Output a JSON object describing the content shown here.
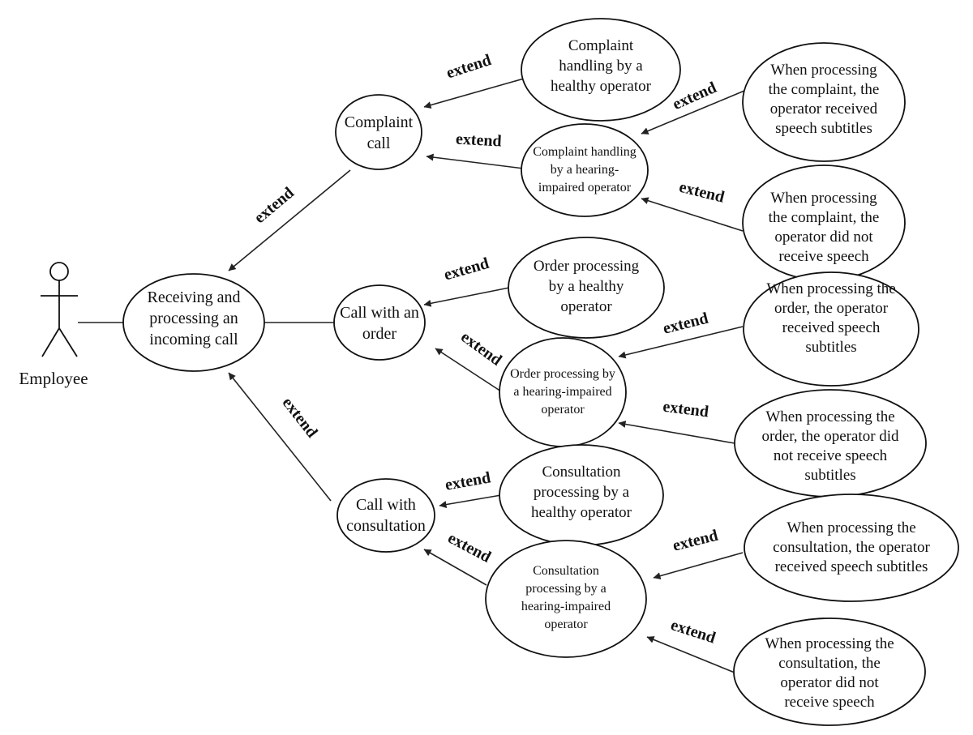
{
  "actor": {
    "label": "Employee"
  },
  "relationship_label": "extend",
  "use_cases": {
    "receiving": [
      "Receiving and",
      "processing an",
      "incoming call"
    ],
    "complaint_call": [
      "Complaint",
      "call"
    ],
    "order_call": [
      "Call with an",
      "order"
    ],
    "consultation_call": [
      "Call with",
      "consultation"
    ],
    "complaint_healthy": [
      "Complaint",
      "handling by a",
      "healthy operator"
    ],
    "complaint_impaired": [
      "Complaint handling",
      "by a hearing-",
      "impaired operator"
    ],
    "complaint_received": [
      "When processing",
      "the complaint, the",
      "operator received",
      "speech subtitles"
    ],
    "complaint_not_received": [
      "When processing",
      "the complaint, the",
      "operator did not",
      "receive speech"
    ],
    "order_healthy": [
      "Order processing",
      "by a healthy",
      "operator"
    ],
    "order_impaired": [
      "Order processing by",
      "a hearing-impaired",
      "operator"
    ],
    "order_received": [
      "When processing the",
      "order, the operator",
      "received speech",
      "subtitles"
    ],
    "order_not_received": [
      "When processing the",
      "order, the operator did",
      "not receive speech",
      "subtitles"
    ],
    "consultation_healthy": [
      "Consultation",
      "processing by a",
      "healthy operator"
    ],
    "consultation_impaired": [
      "Consultation",
      "processing by a",
      "hearing-impaired",
      "operator"
    ],
    "consultation_received": [
      "When processing the",
      "consultation, the operator",
      "received speech subtitles"
    ],
    "consultation_not_received": [
      "When processing the",
      "consultation, the",
      "operator did not",
      "receive speech"
    ]
  }
}
